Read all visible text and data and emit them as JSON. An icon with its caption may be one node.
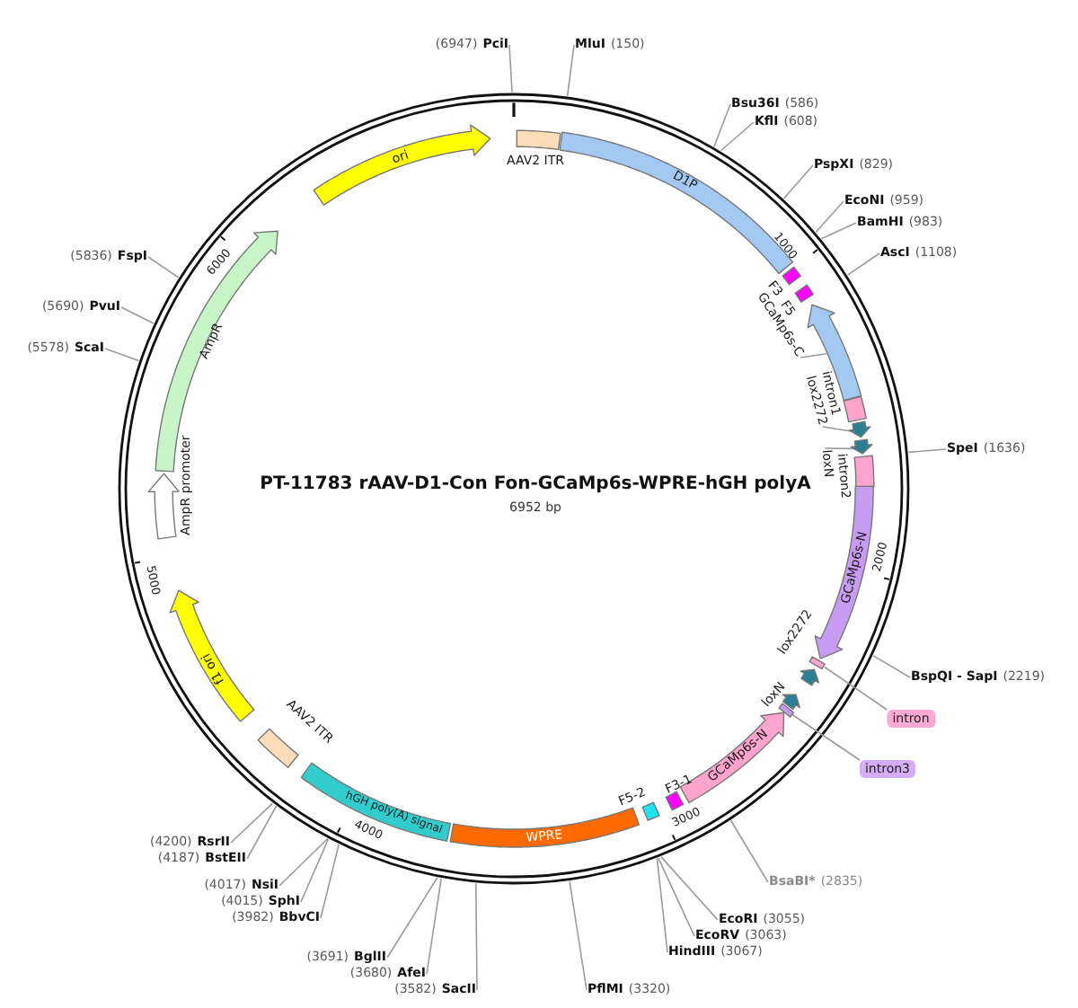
{
  "diagram": {
    "title": "PT-11783 rAAV-D1-Con Fon-GCaMp6s-WPRE-hGH polyA",
    "nodes": [
      {
        "text": [
          "AAV2 ITR"
        ]
      },
      {
        "text": [
          "D1P"
        ]
      },
      {
        "text": [
          "F3"
        ]
      },
      {
        "text": [
          "F5"
        ]
      },
      {
        "text": [],
        "shape": "arrow"
      },
      {
        "text": [
          "intron1"
        ]
      },
      {
        "text": [],
        "shape": "arrow"
      },
      {
        "text": [],
        "shape": "arrow"
      },
      {
        "text": [
          "intron2"
        ]
      },
      {
        "text": [
          "GCaMp6s-N"
        ]
      },
      {
        "text": [],
        "shape": "bar"
      },
      {
        "text": [
          "lox2272"
        ]
      },
      {
        "text": [
          "loxN"
        ]
      },
      {
        "text": [],
        "shape": "bar"
      },
      {
        "text": [
          "GCaMp6s-N"
        ]
      },
      {
        "text": [
          "F3-1"
        ]
      },
      {
        "text": [
          "F5-2"
        ]
      },
      {
        "text": [
          "WPRE"
        ]
      },
      {
        "text": [
          "hGH poly(A) signal"
        ]
      },
      {
        "text": [
          "AAV2 ITR"
        ]
      },
      {
        "text": [
          "f1 ori"
        ]
      },
      {
        "text": [
          "AmpR promoter"
        ]
      },
      {
        "text": [
          "AmpR"
        ]
      },
      {
        "text": [
          "ori"
        ]
      },
      {
        "text": [
          "GCaMp6s-C"
        ]
      },
      {
        "text": [
          "lox2272"
        ]
      },
      {
        "text": [
          "loxN"
        ]
      },
      {
        "text": [
          "intron"
        ]
      },
      {
        "text": [
          "intron3"
        ]
      },
      {
        "text": [
          "(6947)",
          "PciI"
        ]
      },
      {
        "text": [
          "MluI",
          "(150)"
        ]
      },
      {
        "text": [
          "Bsu36I",
          "(586)"
        ]
      },
      {
        "text": [
          "KflI",
          "(608)"
        ]
      },
      {
        "text": [
          "PspXI",
          "(829)"
        ]
      },
      {
        "text": [
          "EcoNI",
          "(959)"
        ]
      },
      {
        "text": [
          "BamHI",
          "(983)"
        ]
      },
      {
        "text": [
          "AscI",
          "(1108)"
        ]
      },
      {
        "text": [
          "SpeI",
          "(1636)"
        ]
      },
      {
        "text": [
          "BspQI - SapI",
          "(2219)"
        ]
      },
      {
        "text": [
          "BsaBI*",
          "(2835)"
        ]
      },
      {
        "text": [
          "EcoRI",
          "(3055)"
        ]
      },
      {
        "text": [
          "EcoRV",
          "(3063)"
        ]
      },
      {
        "text": [
          "HindIII",
          "(3067)"
        ]
      },
      {
        "text": [
          "PflMI",
          "(3320)"
        ]
      },
      {
        "text": [
          "(3582)",
          "SacII"
        ]
      },
      {
        "text": [
          "(3680)",
          "AfeI"
        ]
      },
      {
        "text": [
          "(3691)",
          "BglII"
        ]
      },
      {
        "text": [
          "(3982)",
          "BbvCI"
        ]
      },
      {
        "text": [
          "(4015)",
          "SphI"
        ]
      },
      {
        "text": [
          "(4017)",
          "NsiI"
        ]
      },
      {
        "text": [
          "(4187)",
          "BstEII"
        ]
      },
      {
        "text": [
          "(4200)",
          "RsrII"
        ]
      },
      {
        "text": [
          "(5578)",
          "ScaI"
        ]
      },
      {
        "text": [
          "(5690)",
          "PvuI"
        ]
      },
      {
        "text": [
          "(5836)",
          "FspI"
        ]
      }
    ],
    "edges": [
      {
        "from": 24,
        "to": 4,
        "arrow": "none"
      },
      {
        "from": 25,
        "to": 6,
        "arrow": "none"
      },
      {
        "from": 26,
        "to": 7,
        "arrow": "none"
      },
      {
        "from": 27,
        "to": 10,
        "arrow": "none"
      },
      {
        "from": 28,
        "to": 13,
        "arrow": "none"
      },
      {
        "from": 29,
        "to": null,
        "arrow": "none"
      },
      {
        "from": 30,
        "to": null,
        "arrow": "none"
      },
      {
        "from": 31,
        "to": null,
        "arrow": "none"
      },
      {
        "from": 32,
        "to": null,
        "arrow": "none"
      },
      {
        "from": 33,
        "to": null,
        "arrow": "none"
      },
      {
        "from": 34,
        "to": null,
        "arrow": "none"
      },
      {
        "from": 35,
        "to": null,
        "arrow": "none"
      },
      {
        "from": 36,
        "to": null,
        "arrow": "none"
      },
      {
        "from": 37,
        "to": null,
        "arrow": "none"
      },
      {
        "from": 38,
        "to": null,
        "arrow": "none"
      },
      {
        "from": 39,
        "to": null,
        "arrow": "none"
      },
      {
        "from": 40,
        "to": null,
        "arrow": "none"
      },
      {
        "from": 41,
        "to": null,
        "arrow": "none"
      },
      {
        "from": 42,
        "to": null,
        "arrow": "none"
      },
      {
        "from": 43,
        "to": null,
        "arrow": "none"
      },
      {
        "from": 44,
        "to": null,
        "arrow": "none"
      },
      {
        "from": 45,
        "to": null,
        "arrow": "none"
      },
      {
        "from": 46,
        "to": null,
        "arrow": "none"
      },
      {
        "from": 47,
        "to": null,
        "arrow": "none"
      },
      {
        "from": 48,
        "to": null,
        "arrow": "none"
      },
      {
        "from": 49,
        "to": null,
        "arrow": "none"
      },
      {
        "from": 50,
        "to": null,
        "arrow": "none"
      },
      {
        "from": 51,
        "to": null,
        "arrow": "none"
      },
      {
        "from": 52,
        "to": null,
        "arrow": "none"
      },
      {
        "from": 53,
        "to": null,
        "arrow": "none"
      },
      {
        "from": 54,
        "to": null,
        "arrow": "none"
      }
    ],
    "labels": [
      "6952 bp",
      "1000",
      "2000",
      "3000",
      "4000",
      "5000",
      "6000"
    ]
  }
}
